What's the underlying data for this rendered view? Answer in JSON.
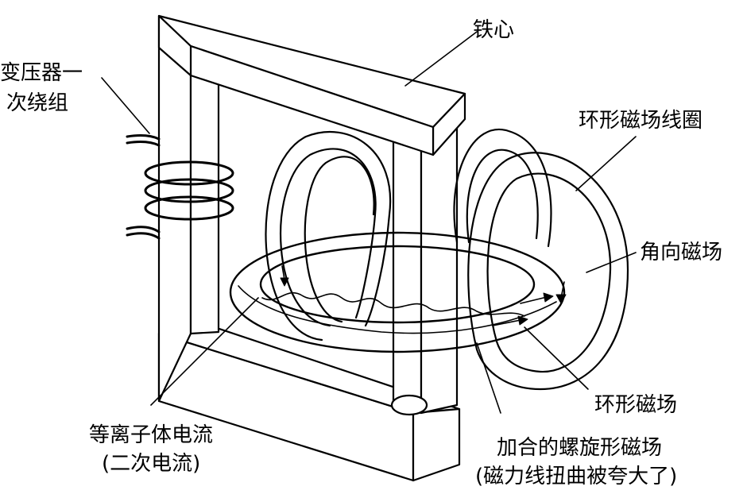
{
  "labels": {
    "iron_core": "铁心",
    "primary_winding_line1": "变压器一",
    "primary_winding_line2": "次绕组",
    "toroidal_coil": "环形磁场线圈",
    "poloidal_field": "角向磁场",
    "toroidal_field": "环形磁场",
    "plasma_current_line1": "等离子体电流",
    "plasma_current_line2": "(二次电流)",
    "helical_field_line1": "加合的螺旋形磁场",
    "helical_field_line2": "(磁力线扭曲被夸大了)"
  },
  "colors": {
    "stroke": "#000000",
    "fill": "#ffffff"
  }
}
